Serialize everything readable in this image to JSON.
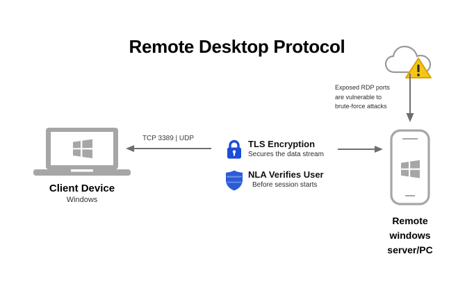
{
  "title": "Remote Desktop Protocol",
  "colors": {
    "device_gray": "#a6a6a6",
    "arrow_gray": "#6e6e6e",
    "cloud_gray": "#9a9a9a",
    "warning_yellow": "#F5C518",
    "warning_stroke": "#D9A400",
    "icon_blue": "#1B4DD8",
    "shield_blue": "#2D5BD7",
    "text_dark": "#111111",
    "background": "#ffffff"
  },
  "client": {
    "label": "Client Device",
    "sublabel": "Windows",
    "icon": "laptop-windows-icon"
  },
  "connection": {
    "port_label": "TCP 3389 | UDP",
    "client_arrow_icon": "arrow-left-icon",
    "server_arrow_icon": "arrow-right-icon"
  },
  "security": {
    "items": [
      {
        "icon": "lock-icon",
        "title": "TLS Encryption",
        "subtitle": "Secures the data stream"
      },
      {
        "icon": "shield-icon",
        "title": "NLA Verifies User",
        "subtitle": "Before session starts"
      }
    ]
  },
  "threat": {
    "cloud_icon": "cloud-icon",
    "warning_icon": "warning-triangle-icon",
    "arrow_icon": "arrow-down-icon",
    "note_lines": [
      "Exposed RDP ports",
      "are vulnerable to",
      "brute-force attacks"
    ],
    "note_text": "Exposed RDP ports are vulnerable to brute-force attacks"
  },
  "server": {
    "icon": "phone-windows-icon",
    "label_lines": [
      "Remote",
      "windows",
      "server/PC"
    ]
  }
}
